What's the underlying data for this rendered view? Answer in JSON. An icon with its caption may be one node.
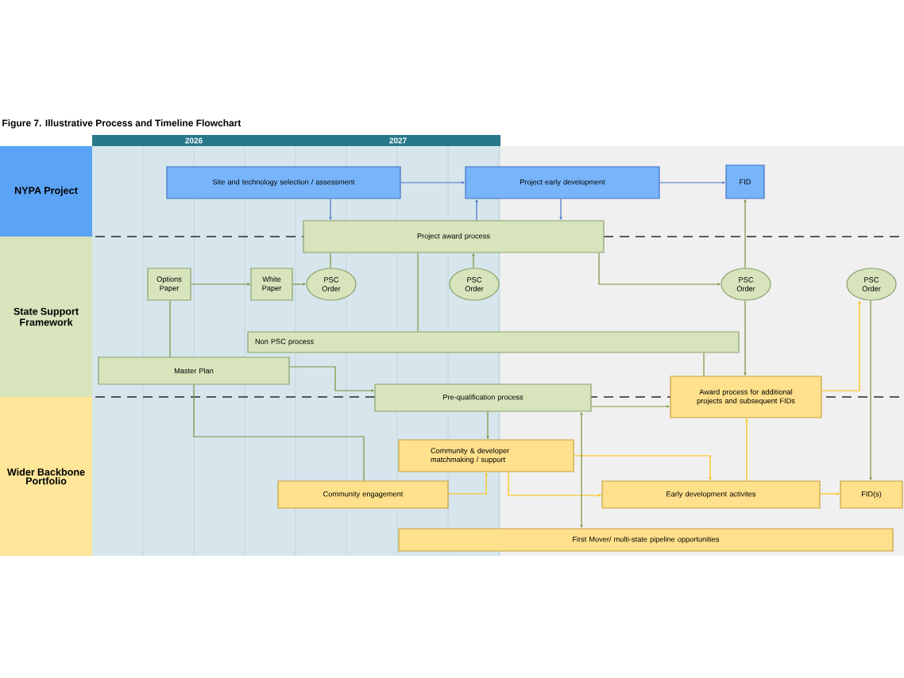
{
  "diagram": {
    "title": "Figure 7. Illustrative Process and Timeline Flowchart",
    "nodes": [
      {
        "text": [
          "NYPA Project"
        ]
      },
      {
        "text": [
          "State Support Framework"
        ]
      },
      {
        "text": [
          "Wider Backbone Portfolio"
        ]
      },
      {
        "text": [
          "Site and technology selection / assessment"
        ]
      },
      {
        "text": [
          "Project early development"
        ]
      },
      {
        "text": [
          "FID"
        ]
      },
      {
        "text": [
          "Project award process"
        ]
      },
      {
        "text": [
          "Options Paper"
        ]
      },
      {
        "text": [
          "White Paper"
        ]
      },
      {
        "text": [
          "PSC Order"
        ]
      },
      {
        "text": [
          "PSC Order"
        ]
      },
      {
        "text": [
          "PSC Order"
        ]
      },
      {
        "text": [
          "PSC Order"
        ]
      },
      {
        "text": [
          "Non PSC process"
        ]
      },
      {
        "text": [
          "Master Plan"
        ]
      },
      {
        "text": [
          "Pre-qualification process"
        ]
      },
      {
        "text": [
          "Award process for additional projects and subsequent FIDs"
        ]
      },
      {
        "text": [
          "Community & developer matchmaking / support"
        ]
      },
      {
        "text": [
          "Community engagement"
        ]
      },
      {
        "text": [
          "Early development activites"
        ]
      },
      {
        "text": [
          "FID(s)"
        ]
      },
      {
        "text": [
          "First Mover/ multi-state pipeline opportunities"
        ]
      }
    ],
    "edges": [
      {
        "from": 3,
        "to": 4,
        "arrow": "to",
        "color": "#4472c4"
      },
      {
        "from": 4,
        "to": 5,
        "arrow": "to",
        "color": "#4472c4"
      },
      {
        "from": 3,
        "to": 6,
        "arrow": "to",
        "color": "#4472c4"
      },
      {
        "from": 6,
        "to": 4,
        "arrow": "to",
        "color": "#4472c4"
      },
      {
        "from": 4,
        "to": 6,
        "arrow": "to",
        "color": "#4472c4"
      },
      {
        "from": 10,
        "to": 6,
        "arrow": "to"
      },
      {
        "from": 9,
        "to": 6,
        "arrow": "none"
      },
      {
        "from": 7,
        "to": 8,
        "arrow": "to"
      },
      {
        "from": 8,
        "to": 9,
        "arrow": "to"
      },
      {
        "from": 14,
        "to": 7,
        "arrow": "none"
      },
      {
        "from": 6,
        "to": 11,
        "arrow": "to"
      },
      {
        "from": 11,
        "to": 5,
        "arrow": "to"
      },
      {
        "from": 11,
        "to": 16,
        "arrow": "to"
      },
      {
        "from": 13,
        "to": 16,
        "arrow": "none"
      },
      {
        "from": 6,
        "to": 13,
        "arrow": "none"
      },
      {
        "from": 14,
        "to": 15,
        "arrow": "to"
      },
      {
        "from": 15,
        "to": 16,
        "arrow": "to"
      },
      {
        "from": 14,
        "to": 18,
        "arrow": "none"
      },
      {
        "from": 15,
        "to": 17,
        "arrow": "to"
      },
      {
        "from": 18,
        "to": 17,
        "arrow": "to",
        "color": "#ffc000"
      },
      {
        "from": 17,
        "to": 19,
        "arrow": "to",
        "color": "#ffc000"
      },
      {
        "from": 17,
        "to": 19,
        "arrow": "to",
        "color": "#ffc000"
      },
      {
        "from": 19,
        "to": 16,
        "arrow": "to",
        "color": "#ffc000"
      },
      {
        "from": 19,
        "to": 20,
        "arrow": "to",
        "color": "#ffc000"
      },
      {
        "from": 16,
        "to": 12,
        "arrow": "to",
        "color": "#ffc000"
      },
      {
        "from": 12,
        "to": 20,
        "arrow": "to"
      },
      {
        "from": 15,
        "to": 21,
        "arrow": "both"
      }
    ],
    "labels": [
      "2026",
      "2027"
    ]
  }
}
